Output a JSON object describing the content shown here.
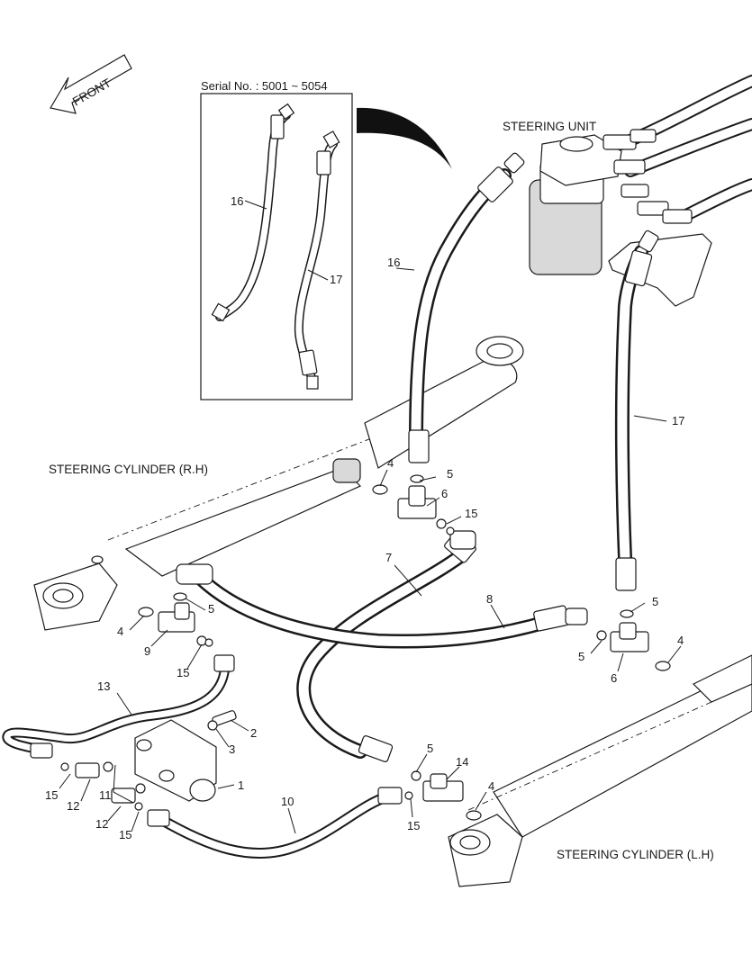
{
  "direction": {
    "label": "FRONT"
  },
  "inset": {
    "serial": "Serial No. : 5001 ~ 5054",
    "labels": [
      "16",
      "17"
    ]
  },
  "captions": {
    "steering_unit": "STEERING UNIT",
    "cylinder_rh": "STEERING CYLINDER (R.H)",
    "cylinder_lh": "STEERING CYLINDER (L.H)"
  },
  "callouts": {
    "p1": "1",
    "p2": "2",
    "p3": "3",
    "p4a": "4",
    "p4b": "4",
    "p4c": "4",
    "p4d": "4",
    "p5a": "5",
    "p5b": "5",
    "p5c": "5",
    "p5d": "5",
    "p5e": "5",
    "p6a": "6",
    "p6b": "6",
    "p7": "7",
    "p8": "8",
    "p9": "9",
    "p10": "10",
    "p11": "11",
    "p12a": "12",
    "p12b": "12",
    "p13": "13",
    "p14": "14",
    "p15a": "15",
    "p15b": "15",
    "p15c": "15",
    "p15d": "15",
    "p15e": "15",
    "p16": "16",
    "p17": "17"
  },
  "colors": {
    "line": "#1a1a1a",
    "background": "#ffffff",
    "shade": "#d9d9d9"
  }
}
